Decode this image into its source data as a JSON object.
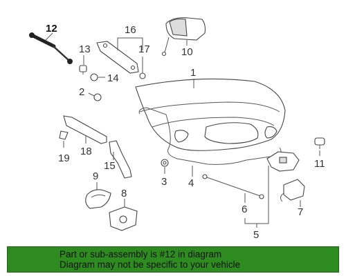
{
  "callouts": {
    "p1": "1",
    "p2": "2",
    "p3": "3",
    "p4": "4",
    "p5": "5",
    "p6": "6",
    "p7": "7",
    "p8": "8",
    "p9": "9",
    "p10": "10",
    "p11": "11",
    "p12": "12",
    "p13": "13",
    "p14": "14",
    "p15": "15",
    "p16": "16",
    "p17": "17",
    "p18": "18",
    "p19": "19"
  },
  "banner": {
    "line1": "Part or sub-assembly is #12 in diagram",
    "line2": "Diagram may not be specific to your vehicle",
    "color": "#2e8b1f"
  }
}
